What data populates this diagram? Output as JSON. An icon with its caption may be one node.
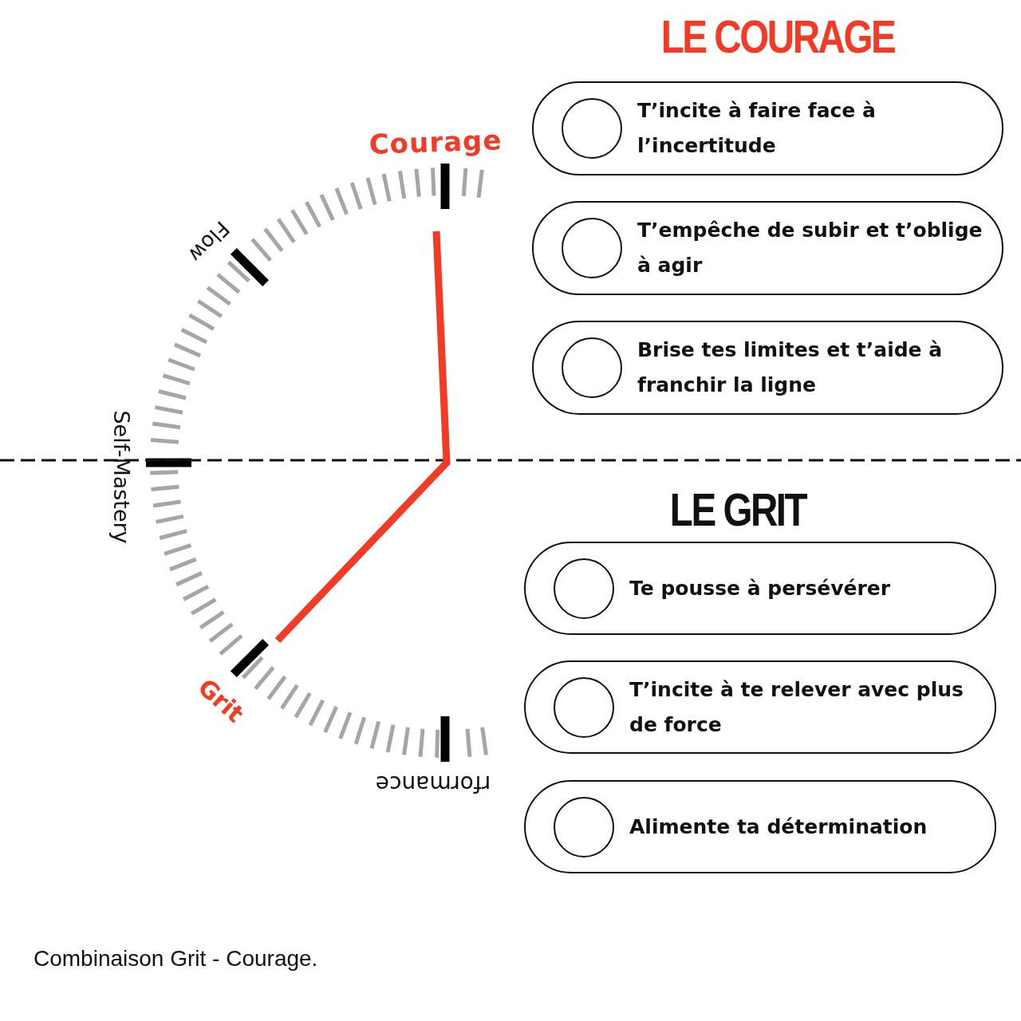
{
  "diagram": {
    "caption": "Combinaison Grit - Courage.",
    "nodes": [
      {
        "text": [
          "T’incite à faire face à l’incertitude"
        ]
      },
      {
        "text": [
          "T’empêche de subir et t’oblige à agir"
        ]
      },
      {
        "text": [
          "Brise tes limites et t’aide à franchir la ligne"
        ]
      },
      {
        "text": [
          "Te pousse à persévérer"
        ]
      },
      {
        "text": [
          "T’incite à te relever avec plus de force"
        ]
      },
      {
        "text": [
          "Alimente ta détermination"
        ]
      }
    ],
    "edges": [],
    "labels": [
      "LE COURAGE",
      "Courage",
      "Flow",
      "Self-Mastery",
      "LE GRIT",
      "Grit",
      "rformance"
    ]
  }
}
